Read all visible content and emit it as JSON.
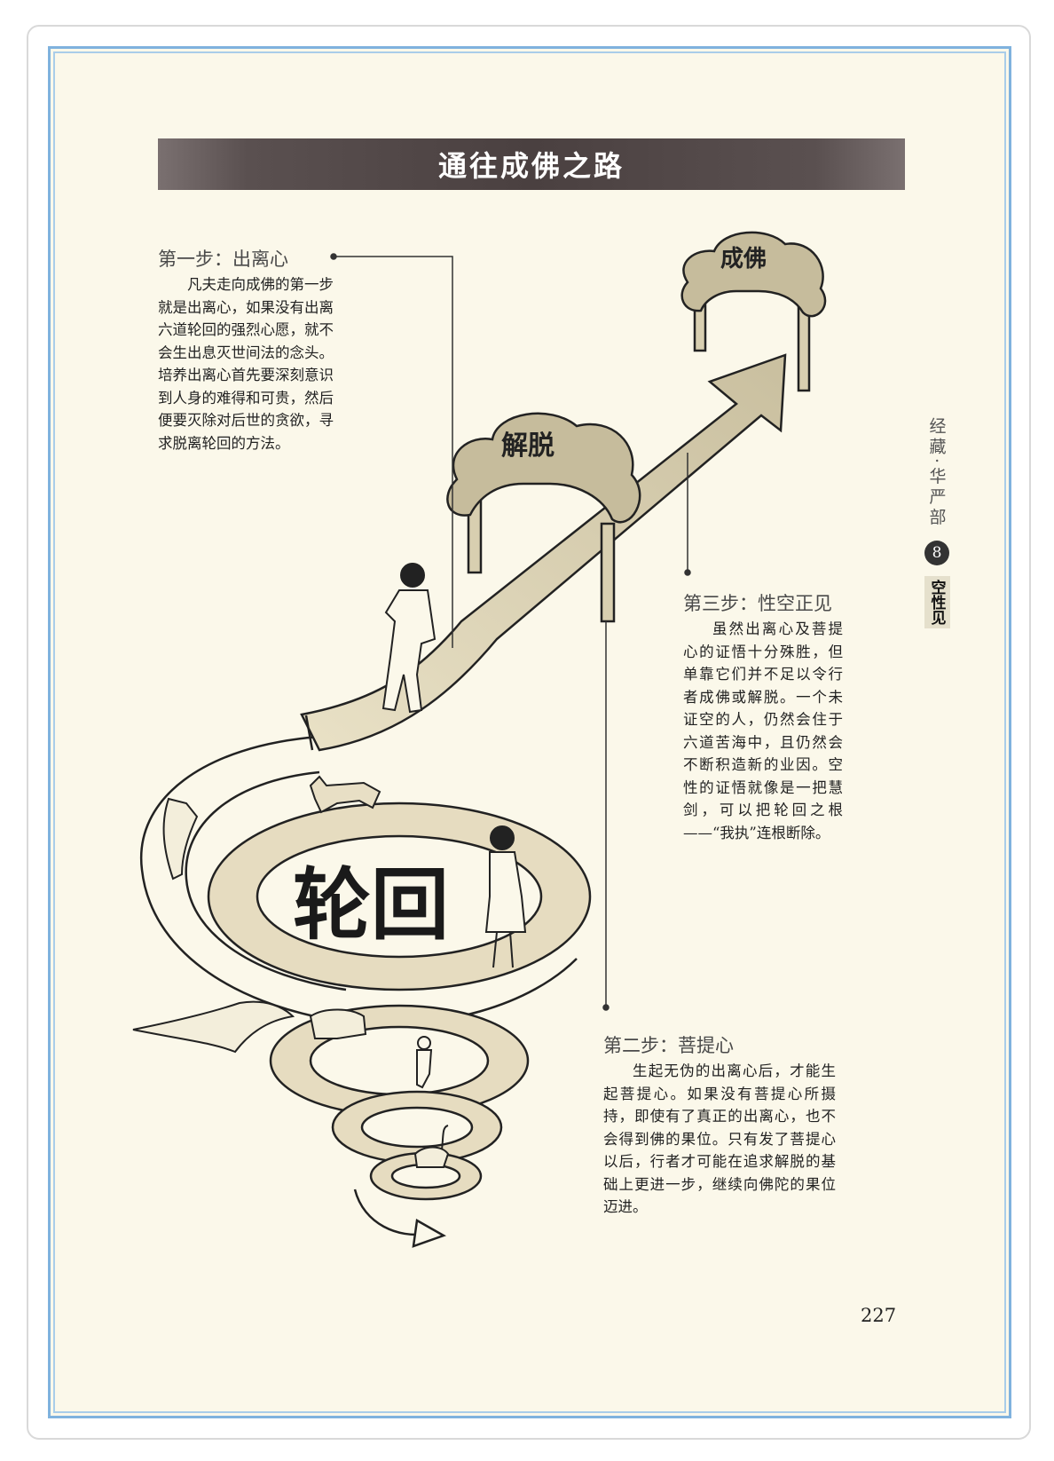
{
  "title": "通往成佛之路",
  "steps": [
    {
      "heading": "第一步：出离心",
      "text": "凡夫走向成佛的第一步就是出离心，如果没有出离六道轮回的强烈心愿，就不会生出息灭世间法的念头。培养出离心首先要深刻意识到人身的难得和可贵，然后便要灭除对后世的贪欲，寻求脱离轮回的方法。"
    },
    {
      "heading": "第二步：菩提心",
      "text": "生起无伪的出离心后，才能生起菩提心。如果没有菩提心所摄持，即使有了真正的出离心，也不会得到佛的果位。只有发了菩提心以后，行者才可能在追求解脱的基础上更进一步，继续向佛陀的果位迈进。"
    },
    {
      "heading": "第三步：性空正见",
      "text": "虽然出离心及菩提心的证悟十分殊胜，但单靠它们并不足以令行者成佛或解脱。一个未证空的人，仍然会住于六道苦海中，且仍然会不断积造新的业因。空性的证悟就像是一把慧剑，可以把轮回之根——“我执”连根断除。"
    }
  ],
  "illustration": {
    "cycle_label": "轮回",
    "arch_liberation": "解脱",
    "arch_buddhahood": "成佛"
  },
  "side_tab": {
    "book": "经藏·华严部",
    "chapter": "8",
    "topic": "空性见"
  },
  "page_number": "227"
}
